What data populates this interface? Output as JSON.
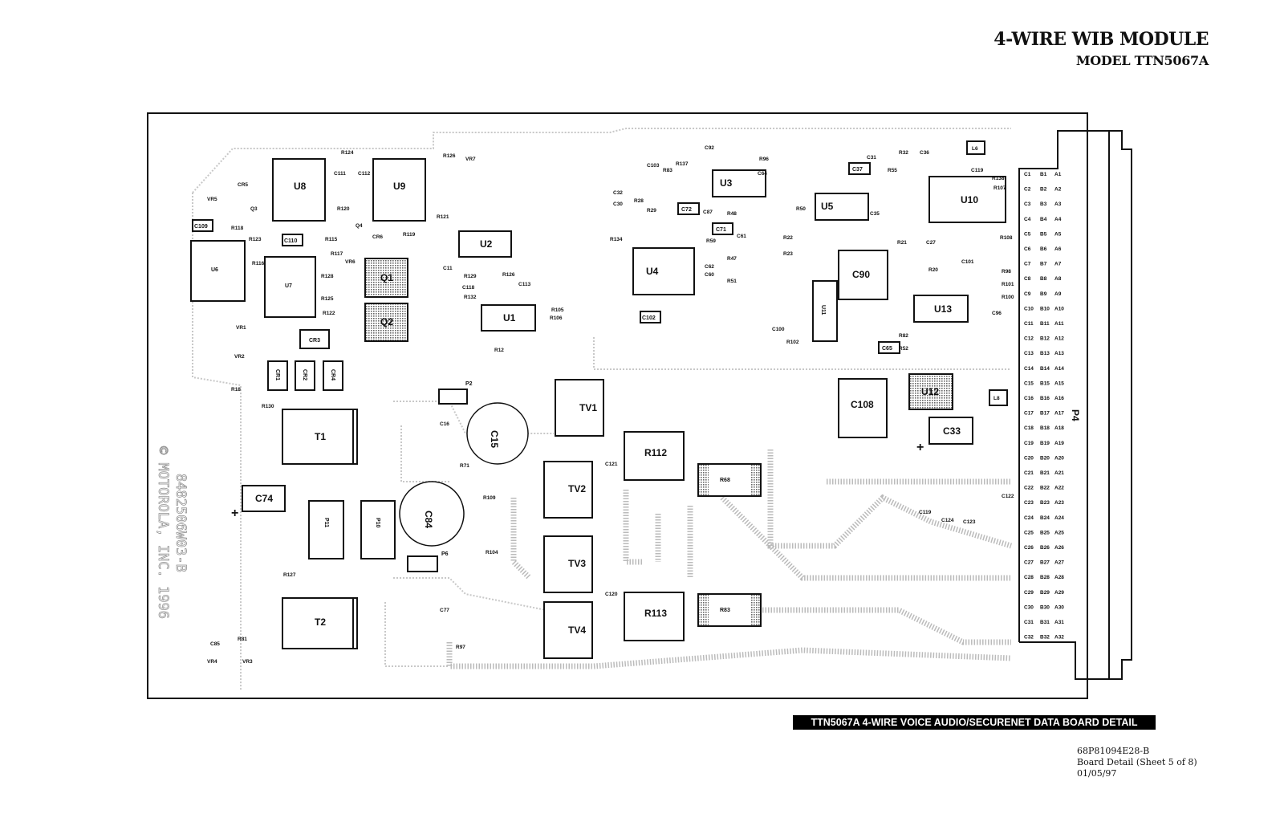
{
  "header": {
    "title": "4-WIRE WIB MODULE",
    "subtitle": "MODEL TTN5067A"
  },
  "banner": "TTN5067A 4-WIRE VOICE AUDIO/SECURENET DATA BOARD DETAIL",
  "footer": {
    "doc_number": "68P81094E28-B",
    "sheet": "Board Detail (Sheet 5 of 8)",
    "date": "01/05/97"
  },
  "board": {
    "copyright": "© MOTOROLA, INC. 1996",
    "part_number": "8482506W03-B",
    "ics": {
      "U1": "U1",
      "U2": "U2",
      "U3": "U3",
      "U4": "U4",
      "U5": "U5",
      "U6": "U6",
      "U7": "U7",
      "U8": "U8",
      "U9": "U9",
      "U10": "U10",
      "U11": "U11",
      "U12": "U12",
      "U13": "U13"
    },
    "transistors": {
      "Q1": "Q1",
      "Q2": "Q2"
    },
    "transformers": {
      "T1": "T1",
      "T2": "T2"
    },
    "suppressors": {
      "TV1": "TV1",
      "TV2": "TV2",
      "TV3": "TV3",
      "TV4": "TV4"
    },
    "power_resistors": {
      "R112": "R112",
      "R113": "R113",
      "R68": "R68",
      "R83": "R83"
    },
    "capacitors_large": {
      "C15": "C15",
      "C84": "C84",
      "C74": "C74",
      "C90": "C90",
      "C108": "C108",
      "C33": "C33",
      "C110": "C110",
      "C109": "C109",
      "C72": "C72",
      "C71": "C71",
      "C37": "C37",
      "C102": "C102",
      "C65": "C65"
    },
    "diodes": {
      "CR1": "CR1",
      "CR2": "CR2",
      "CR3": "CR3",
      "CR4": "CR4"
    },
    "headers": {
      "P2": "P2",
      "P6": "P6",
      "P10": "P10",
      "P11": "P11"
    },
    "inductors": {
      "L8": "L8",
      "L6": "L6"
    },
    "small_parts": [
      "R124",
      "R126",
      "VR7",
      "C111",
      "C112",
      "R120",
      "R121",
      "VR5",
      "CR5",
      "Q3",
      "R118",
      "R123",
      "R116",
      "R115",
      "R117",
      "VR6",
      "Q4",
      "CR6",
      "R119",
      "R128",
      "R125",
      "R122",
      "C11",
      "R12",
      "R129",
      "R126",
      "R132",
      "C118",
      "C113",
      "R106",
      "R105",
      "R134",
      "C32",
      "C30",
      "R28",
      "R29",
      "C103",
      "R83",
      "R137",
      "C92",
      "R96",
      "C64",
      "C87",
      "R48",
      "R59",
      "C61",
      "R47",
      "C62",
      "C60",
      "R51",
      "R50",
      "R22",
      "R23",
      "R102",
      "C100",
      "C31",
      "R55",
      "R32",
      "C36",
      "C35",
      "R21",
      "C27",
      "R20",
      "R82",
      "R52",
      "C119",
      "R138",
      "R107",
      "R108",
      "R98",
      "R101",
      "R100",
      "C101",
      "C96",
      "R127",
      "R81",
      "C85",
      "VR1",
      "VR2",
      "VR3",
      "VR4",
      "R18",
      "R130",
      "C16",
      "R71",
      "C77",
      "R97",
      "R109",
      "R104",
      "C121",
      "C120",
      "C119",
      "C124",
      "C123",
      "C122"
    ],
    "connector": {
      "label": "P4",
      "rows": 32,
      "columns": [
        "C",
        "B",
        "A"
      ]
    }
  }
}
